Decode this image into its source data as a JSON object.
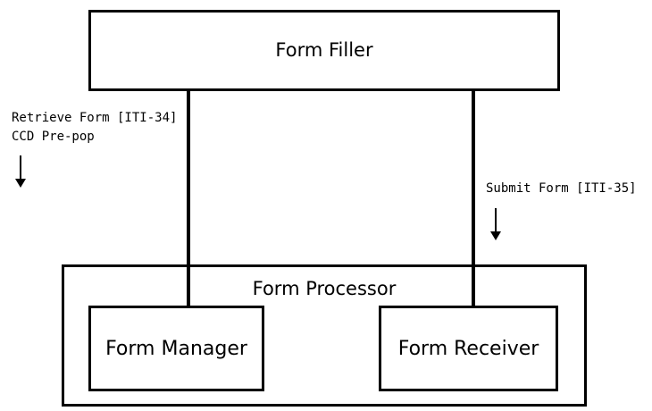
{
  "diagram": {
    "form_filler": "Form Filler",
    "form_processor": "Form Processor",
    "form_manager": "Form Manager",
    "form_receiver": "Form Receiver",
    "retrieve_label": [
      "Retrieve Form [ITI-34]",
      "CCD Pre-pop"
    ],
    "submit_label": "Submit Form [ITI-35]"
  }
}
